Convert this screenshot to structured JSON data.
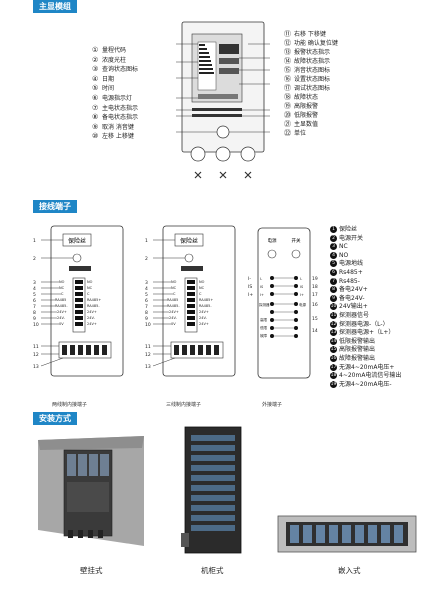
{
  "sections": {
    "main_module": "主显模组",
    "wiring": "接线端子",
    "install": "安装方式"
  },
  "panel_left_items": [
    {
      "n": "①",
      "t": "量程代码"
    },
    {
      "n": "②",
      "t": "浓度光柱"
    },
    {
      "n": "③",
      "t": "查询状态图标"
    },
    {
      "n": "④",
      "t": "日期"
    },
    {
      "n": "⑤",
      "t": "时间"
    },
    {
      "n": "⑥",
      "t": "电源指示灯"
    },
    {
      "n": "⑦",
      "t": "主电状态指示"
    },
    {
      "n": "⑧",
      "t": "备电状态指示"
    },
    {
      "n": "⑨",
      "t": "取消 消音键"
    },
    {
      "n": "⑩",
      "t": "左移 上移键"
    }
  ],
  "panel_right_items": [
    {
      "n": "⑪",
      "t": "右移    下移键"
    },
    {
      "n": "⑫",
      "t": "功能  确认复位键"
    },
    {
      "n": "⑬",
      "t": "报警状态指示"
    },
    {
      "n": "⑭",
      "t": "故障状态指示"
    },
    {
      "n": "⑮",
      "t": "消音状态图标"
    },
    {
      "n": "⑯",
      "t": "设置状态图标"
    },
    {
      "n": "⑰",
      "t": "调试状态图标"
    },
    {
      "n": "⑱",
      "t": "故障状态"
    },
    {
      "n": "⑲",
      "t": "高限报警"
    },
    {
      "n": "⑳",
      "t": "低限报警"
    },
    {
      "n": "㉑",
      "t": "主显数值"
    },
    {
      "n": "㉒",
      "t": "单位"
    }
  ],
  "terminal_labels": {
    "fuse": "保险丝",
    "rows_left": [
      "NO",
      "NC",
      "C",
      "RA485",
      "RA485-",
      "24V+",
      "24V-",
      "0V"
    ],
    "rows_right": [
      "NO",
      "NC",
      "C",
      "RA485+",
      "RA485-",
      "24V+",
      "24V-",
      "24V+"
    ]
  },
  "wiring_captions": [
    "两线制内接端子",
    "三线制内接端子",
    "外接端子"
  ],
  "ext_terminal": {
    "left": [
      "I-",
      "IS",
      "I+",
      "探测器",
      "高限",
      "低限",
      "故障"
    ],
    "right": [
      "I-",
      "IS",
      "I+",
      "电源"
    ],
    "top_left": "电源",
    "top_right": "开关"
  },
  "wiring_legend": [
    {
      "n": "1",
      "t": "保险丝"
    },
    {
      "n": "2",
      "t": "电源开关"
    },
    {
      "n": "3",
      "t": "NC"
    },
    {
      "n": "4",
      "t": "NO"
    },
    {
      "n": "5",
      "t": "电源地线"
    },
    {
      "n": "6",
      "t": "Rs485+"
    },
    {
      "n": "7",
      "t": "Rs485-"
    },
    {
      "n": "8",
      "t": "备电24V+"
    },
    {
      "n": "9",
      "t": "备电24V-"
    },
    {
      "n": "10",
      "t": "24V输出+"
    },
    {
      "n": "11",
      "t": "探测器信号"
    },
    {
      "n": "12",
      "t": "探测器电源-（L-）"
    },
    {
      "n": "13",
      "t": "探测器电源+（L+）"
    },
    {
      "n": "14",
      "t": "低限报警输出"
    },
    {
      "n": "15",
      "t": "高限报警输出"
    },
    {
      "n": "16",
      "t": "故障报警输出"
    },
    {
      "n": "17",
      "t": "无源4~20mA电压+"
    },
    {
      "n": "18",
      "t": "4~20mA电流信号输出"
    },
    {
      "n": "19",
      "t": "无源4~20mA电压-"
    }
  ],
  "install_captions": [
    "壁挂式",
    "机柜式",
    "嵌入式"
  ],
  "colors": {
    "accent": "#1f86c6",
    "panel": "#e9e9e9",
    "dark": "#2b2b2b"
  }
}
